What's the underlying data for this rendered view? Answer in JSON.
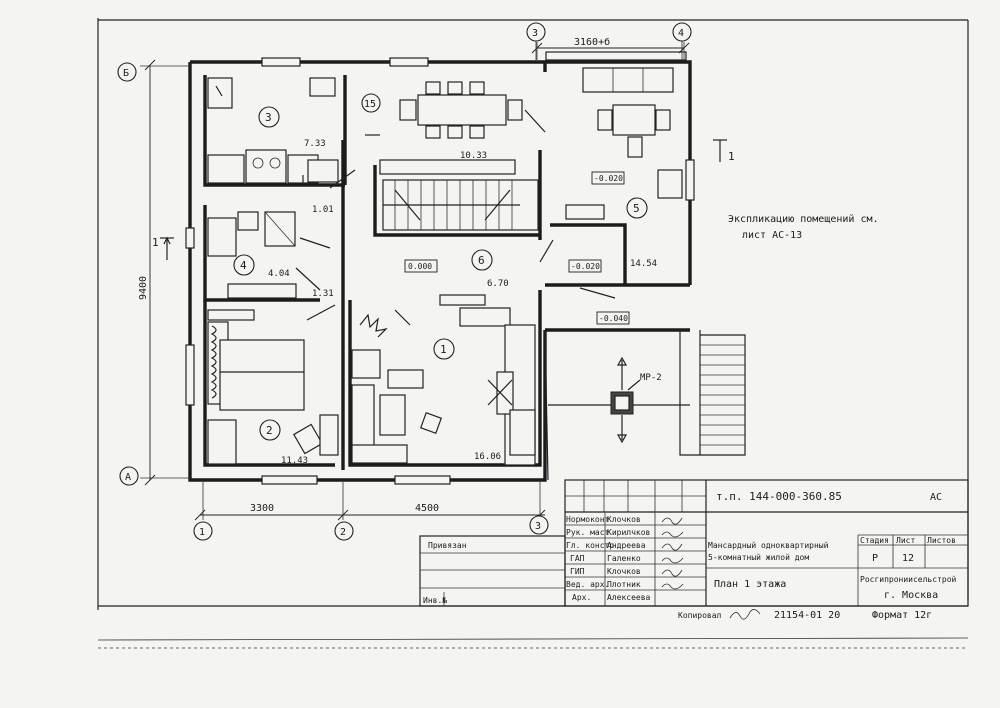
{
  "axes": {
    "a1": "1",
    "a2": "2",
    "a3": "3",
    "a4": "4",
    "aA": "A",
    "aB": "Б"
  },
  "dimensions": {
    "bottom_left": "3300",
    "bottom_right": "4500",
    "top": "3160+б",
    "left": "9400"
  },
  "rooms": {
    "r1": {
      "number": "1",
      "area": "16.06"
    },
    "r2": {
      "number": "2",
      "area": "11.43"
    },
    "r3": {
      "number": "3",
      "area": "7.33"
    },
    "r4": {
      "number": "4",
      "area": "4.04"
    },
    "r5": {
      "number": "5",
      "area": "14.54"
    },
    "r6": {
      "number": "6",
      "area": "6.70"
    },
    "r15": {
      "number": "15",
      "area": "10.33"
    },
    "small_a": "1.01",
    "small_b": "1.31"
  },
  "levels": {
    "l1": "0.000",
    "l2": "-0.020",
    "l3": "-0.020",
    "l4": "-0.040"
  },
  "section_marks": {
    "left": "1",
    "right": "1"
  },
  "mr_label": "МР-2",
  "note": {
    "line1": "Экспликацию помещений см.",
    "line2": "лист АС-13"
  },
  "title_block": {
    "project_code": "т.п.   144-000-360.85",
    "stamp": "АС",
    "privyazan": "Привязан",
    "inv": "Инв.№",
    "roles": [
      "Нормоконт",
      "Рук. маст",
      "Гл. констр",
      "ГАП",
      "ГИП",
      "Вед. арх.",
      "Арх."
    ],
    "names": [
      "Клочков",
      "Кирилчков",
      "Андреева",
      "Галенко",
      "Клочков",
      "Плотник",
      "Алексеева"
    ],
    "description_line1": "Мансардный одноквартирный",
    "description_line2": "5-комнатный жилой дом",
    "sheet_title": "План   1 этажа",
    "stage_header": "Стадия",
    "sheet_header": "Лист",
    "sheets_header": "Листов",
    "stage_value": "Р",
    "sheet_value": "12",
    "organization_line1": "Росгипрониисельстрой",
    "organization_line2": "г. Москва",
    "copied_label": "Копировал",
    "copied_code": "21154-01 20",
    "format": "Формат 12г"
  }
}
